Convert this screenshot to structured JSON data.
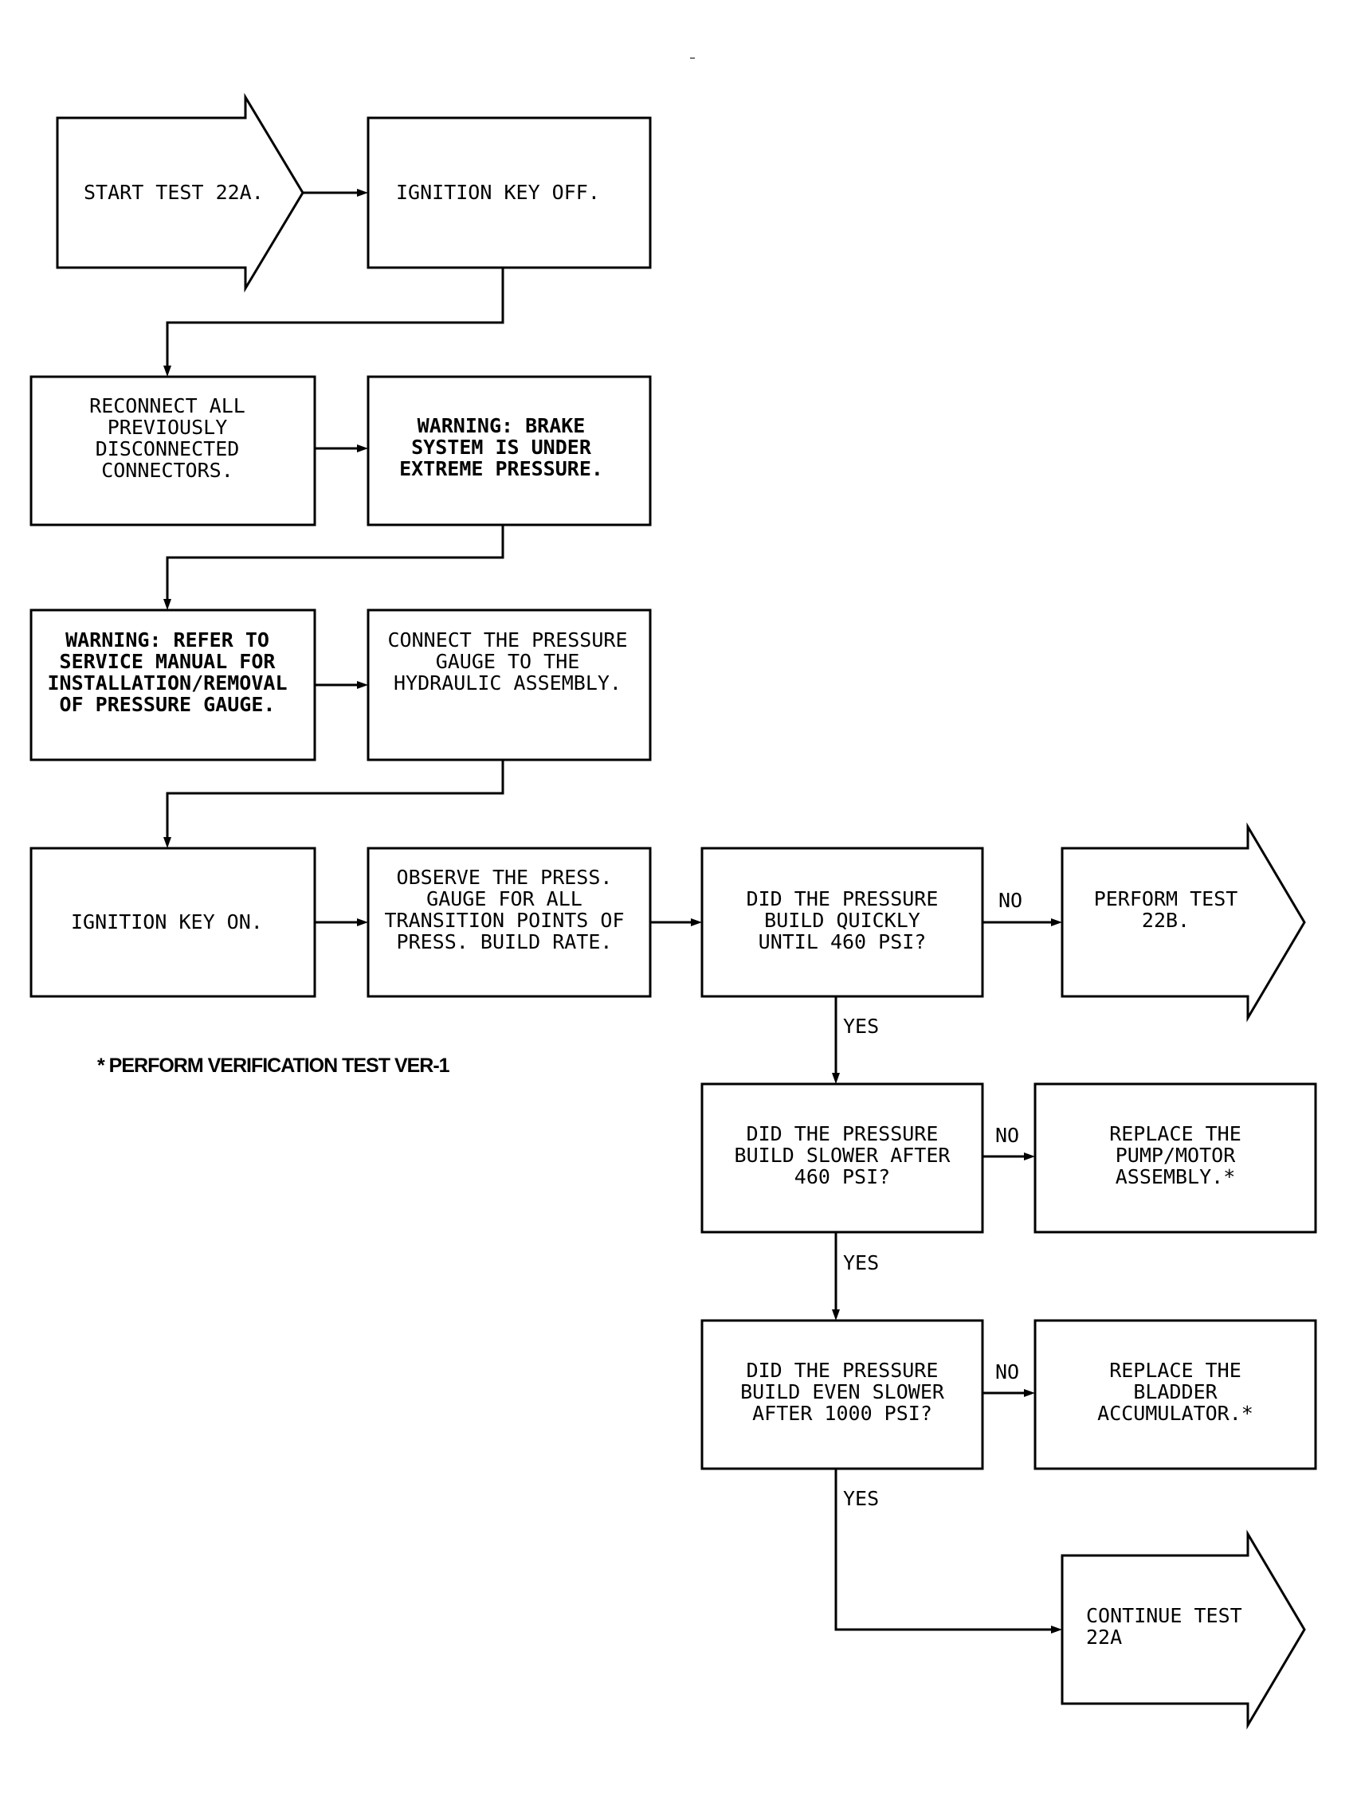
{
  "flowchart": {
    "start": [
      "START TEST 22A."
    ],
    "ignition_off": [
      "IGNITION KEY OFF."
    ],
    "reconnect": [
      "RECONNECT ALL",
      "PREVIOUSLY",
      "DISCONNECTED",
      "CONNECTORS."
    ],
    "warning_pressure": [
      "WARNING:  BRAKE",
      "SYSTEM IS UNDER",
      "EXTREME PRESSURE."
    ],
    "warning_manual": [
      "WARNING: REFER TO",
      "SERVICE MANUAL FOR",
      "INSTALLATION/REMOVAL",
      "OF PRESSURE GAUGE."
    ],
    "connect_gauge": [
      "CONNECT THE PRESSURE",
      "GAUGE TO THE",
      "HYDRAULIC ASSEMBLY."
    ],
    "ignition_on": [
      "IGNITION KEY ON."
    ],
    "observe": [
      "OBSERVE THE PRESS.",
      "GAUGE FOR ALL",
      "TRANSITION POINTS OF",
      "PRESS. BUILD RATE."
    ],
    "decision_quick": [
      "DID THE PRESSURE",
      "BUILD QUICKLY",
      "UNTIL 460 PSI?"
    ],
    "perform_22b": [
      "PERFORM TEST",
      "22B."
    ],
    "decision_slower": [
      "DID THE PRESSURE",
      "BUILD SLOWER AFTER",
      "460 PSI?"
    ],
    "replace_pump": [
      "REPLACE THE",
      "PUMP/MOTOR",
      "ASSEMBLY.*"
    ],
    "decision_even_slower": [
      "DID THE PRESSURE",
      "BUILD EVEN SLOWER",
      "AFTER 1000 PSI?"
    ],
    "replace_bladder": [
      "REPLACE THE",
      "BLADDER",
      "ACCUMULATOR.*"
    ],
    "continue": [
      "CONTINUE TEST",
      "22A"
    ]
  },
  "labels": {
    "no_1": "NO",
    "no_2": "NO",
    "no_3": "NO",
    "yes_1": "YES",
    "yes_2": "YES",
    "yes_3": "YES"
  },
  "footnote": "* PERFORM VERIFICATION TEST VER-1"
}
